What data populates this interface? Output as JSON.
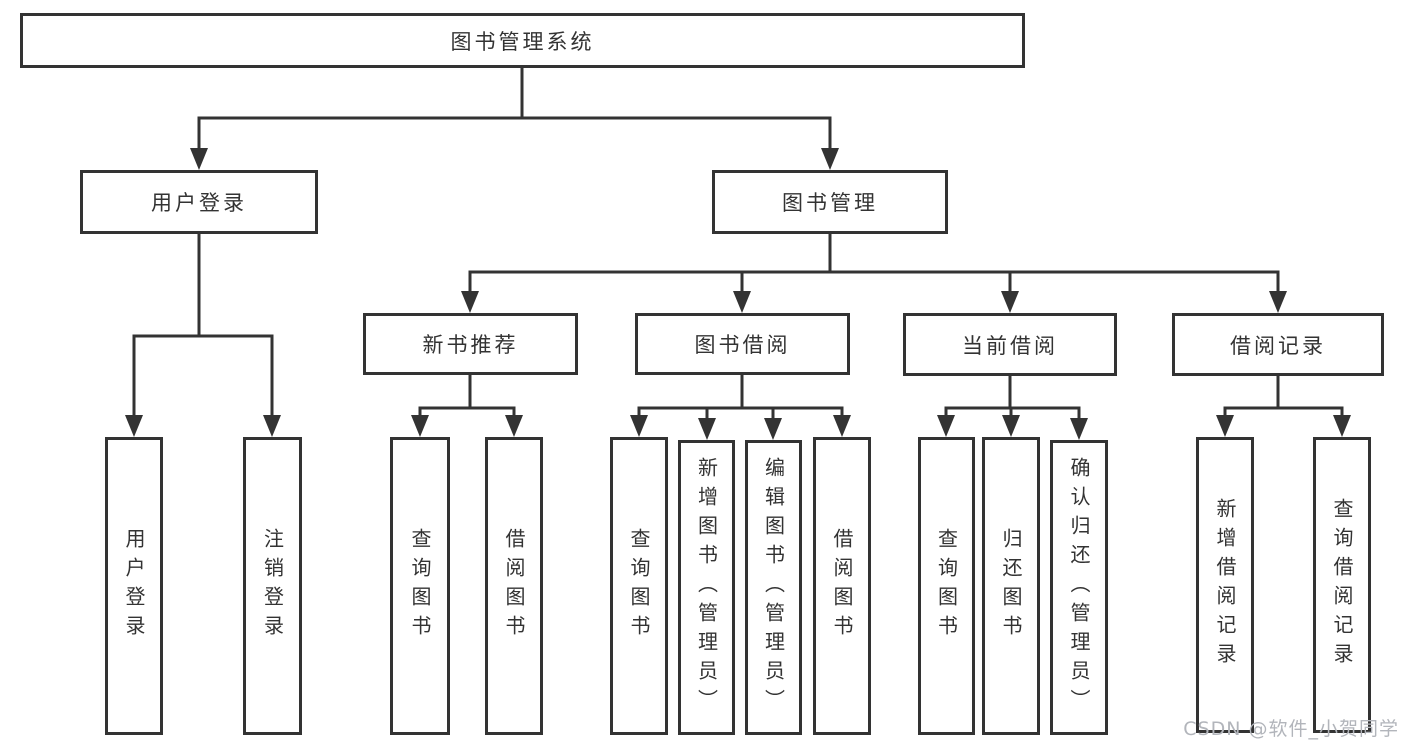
{
  "tree": {
    "label": "图书管理系统",
    "children": [
      {
        "label": "用户登录",
        "children": [
          {
            "label": "用户登录"
          },
          {
            "label": "注销登录"
          }
        ]
      },
      {
        "label": "图书管理",
        "children": [
          {
            "label": "新书推荐",
            "children": [
              {
                "label": "查询图书"
              },
              {
                "label": "借阅图书"
              }
            ]
          },
          {
            "label": "图书借阅",
            "children": [
              {
                "label": "查询图书"
              },
              {
                "label": "新增图书（管理员）"
              },
              {
                "label": "编辑图书（管理员）"
              },
              {
                "label": "借阅图书"
              }
            ]
          },
          {
            "label": "当前借阅",
            "children": [
              {
                "label": "查询图书"
              },
              {
                "label": "归还图书"
              },
              {
                "label": "确认归还（管理员）"
              }
            ]
          },
          {
            "label": "借阅记录",
            "children": [
              {
                "label": "新增借阅记录"
              },
              {
                "label": "查询借阅记录"
              }
            ]
          }
        ]
      }
    ]
  },
  "watermark": {
    "text": "CSDN @软件_小贺同学"
  },
  "colors": {
    "line": "#333333",
    "watermark": "#b2b5bb"
  }
}
